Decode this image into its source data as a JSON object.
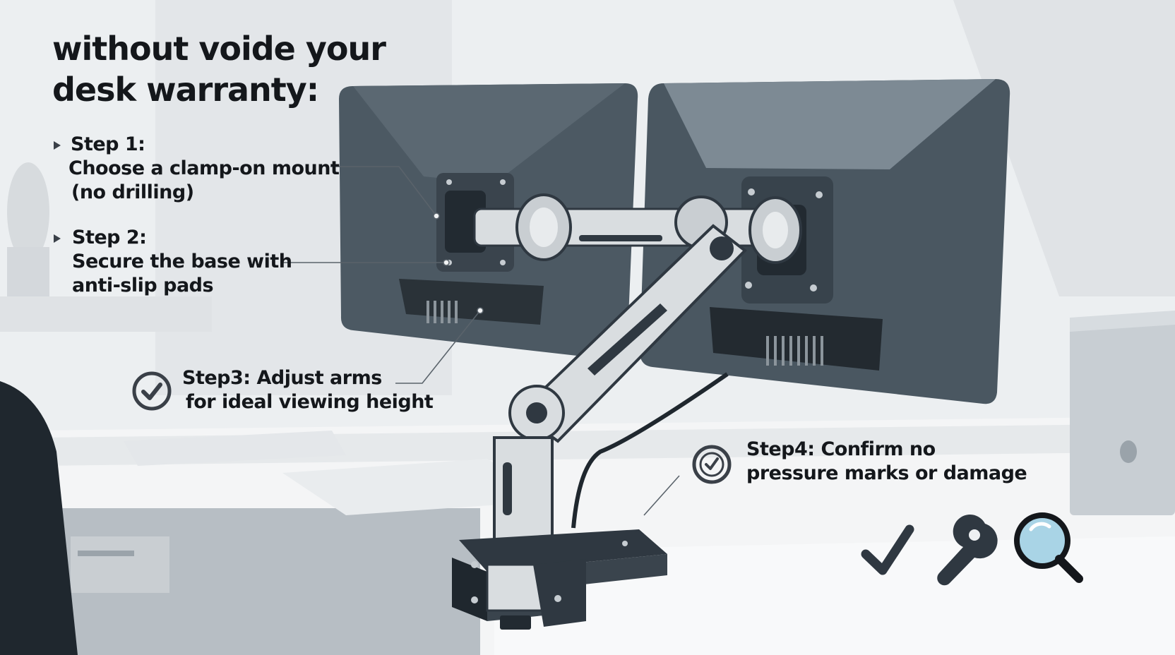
{
  "title": "without voide your desk warranty:",
  "steps": [
    {
      "label": "Step 1:",
      "desc_line1": "Choose a clamp-on mount",
      "desc_line2": "(no drilling)"
    },
    {
      "label": "Step 2:",
      "desc_line1": "Secure the base with",
      "desc_line2": "anti-slip pads"
    },
    {
      "line1": "Step3: Adjust arms",
      "line2": "for ideal viewing height"
    },
    {
      "line1": "Step4: Confirm no",
      "line2": "pressure marks or damage"
    }
  ],
  "icons": [
    "check-icon",
    "wrench-icon",
    "magnifier-icon",
    "check-circle-icon"
  ],
  "colors": {
    "dark": "#2f3841",
    "monitor": "#4c5963",
    "arm": "#d9dde0",
    "accent": "#a9d4e6",
    "text": "#14171b"
  }
}
